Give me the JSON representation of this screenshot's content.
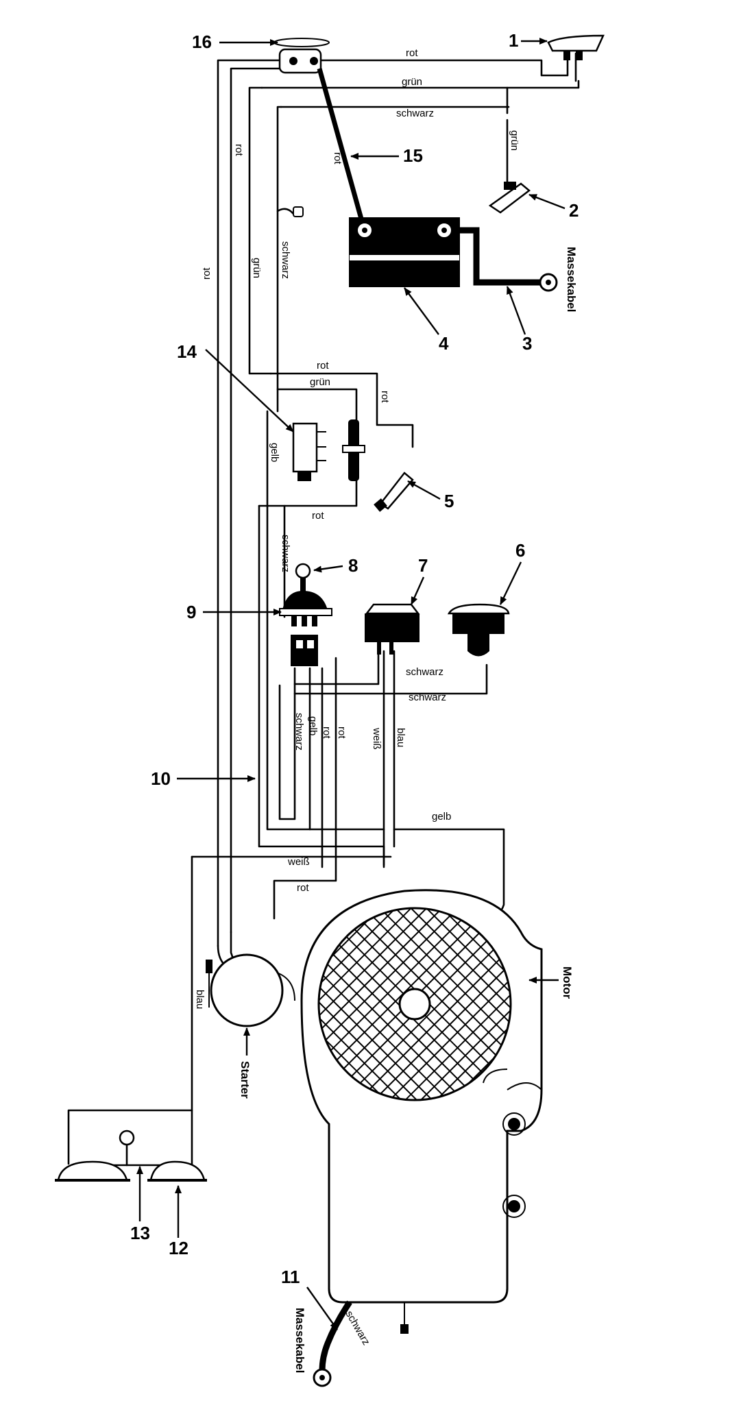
{
  "callouts": {
    "n1": "1",
    "n2": "2",
    "n3": "3",
    "n4": "4",
    "n5": "5",
    "n6": "6",
    "n7": "7",
    "n8": "8",
    "n9": "9",
    "n10": "10",
    "n11": "11",
    "n12": "12",
    "n13": "13",
    "n14": "14",
    "n15": "15",
    "n16": "16"
  },
  "wire_labels": {
    "rot_top": "rot",
    "gruen_top": "grün",
    "schwarz_top": "schwarz",
    "gruen_right": "grün",
    "rot_batt_cable": "rot",
    "rot_left_outer": "rot",
    "rot_left_mid": "rot",
    "gruen_vert": "grün",
    "schwarz_vert": "schwarz",
    "rot_mid": "rot",
    "gruen_mid": "grün",
    "rot_mid_vert": "rot",
    "gelb_vert": "gelb",
    "rot_lower": "rot",
    "schwarz_lower_vert": "schwarz",
    "schwarz_switch_a": "schwarz",
    "schwarz_switch_b": "schwarz",
    "schwarz_bundle": "schwarz",
    "gelb_bundle": "gelb",
    "rot_bundle_a": "rot",
    "rot_bundle_b": "rot",
    "weiss_vert": "weiß",
    "blau_vert": "blau",
    "gelb_bottom": "gelb",
    "weiss_bottom": "weiß",
    "rot_bottom": "rot",
    "blau_left": "blau",
    "schwarz_ground": "schwarz"
  },
  "captions": {
    "massekabel_right": "Massekabel",
    "massekabel_bottom": "Massekabel",
    "starter": "Starter",
    "motor": "Motor"
  }
}
